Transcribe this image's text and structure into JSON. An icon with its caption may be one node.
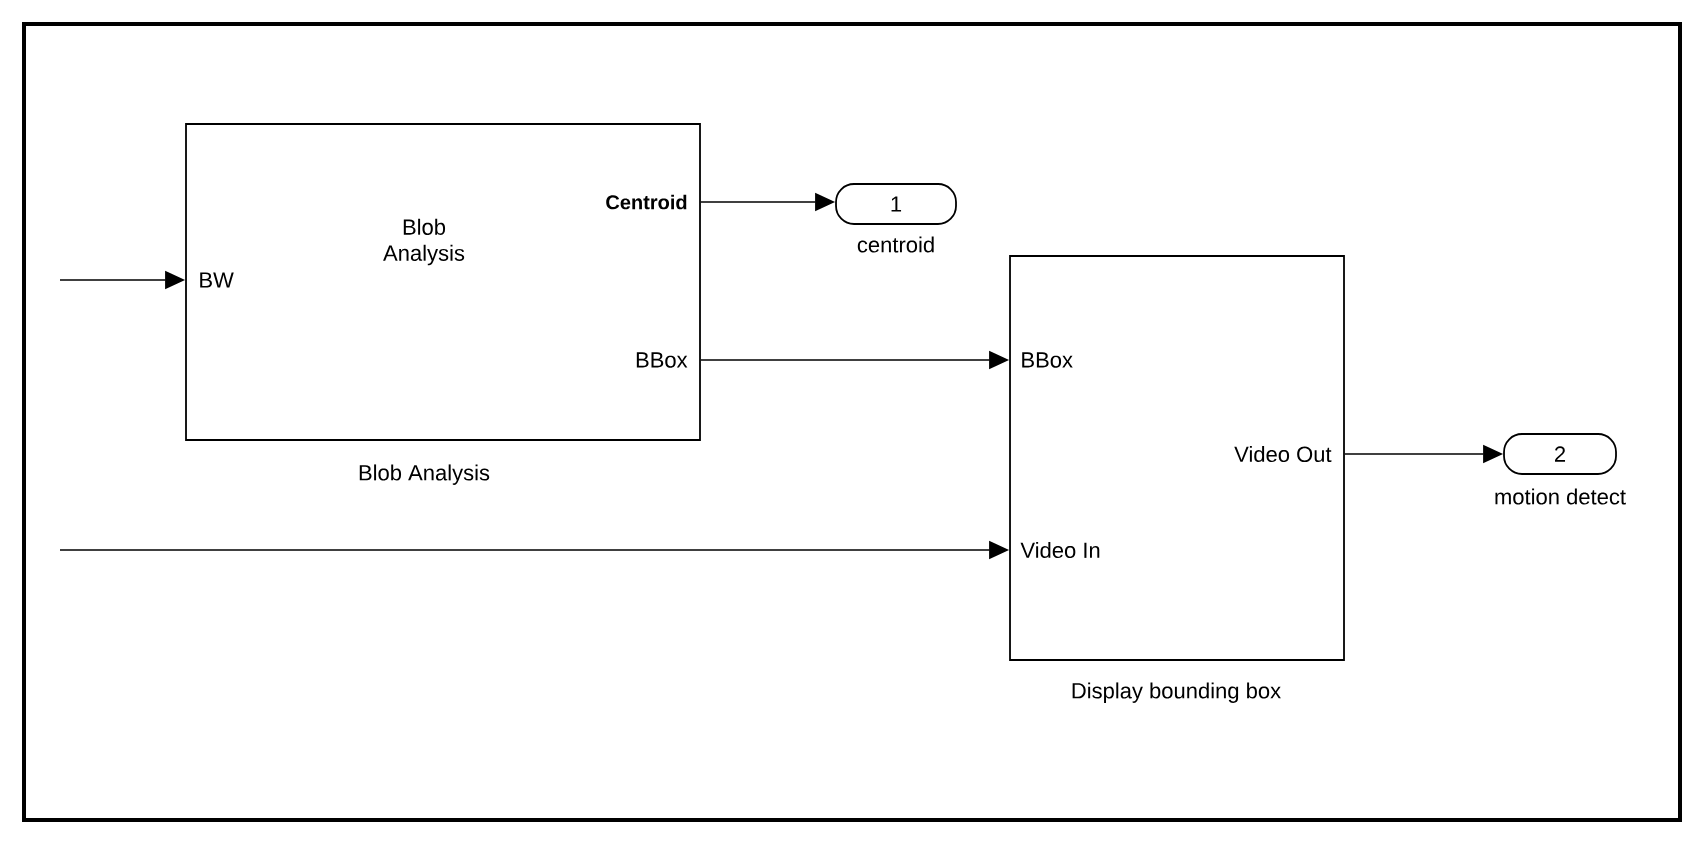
{
  "diagram": {
    "nodes": [
      {
        "text": [
          "BW",
          "Blob Analysis",
          "Centroid",
          "BBox"
        ],
        "beside": [
          "Blob Analysis"
        ]
      },
      {
        "text": [
          "1"
        ],
        "beside": [
          "centroid"
        ]
      },
      {
        "text": [
          "BBox",
          "Video In",
          "Video Out"
        ],
        "beside": [
          "Display bounding box"
        ]
      },
      {
        "text": [
          "2"
        ],
        "beside": [
          "motion detect"
        ]
      }
    ],
    "edges": [
      {
        "from": null,
        "to": 0,
        "arrow": "to"
      },
      {
        "from": 0,
        "to": 1,
        "arrow": "to"
      },
      {
        "from": 0,
        "to": 2,
        "arrow": "to"
      },
      {
        "from": null,
        "to": 2,
        "arrow": "to"
      },
      {
        "from": 2,
        "to": 3,
        "arrow": "to"
      }
    ]
  }
}
